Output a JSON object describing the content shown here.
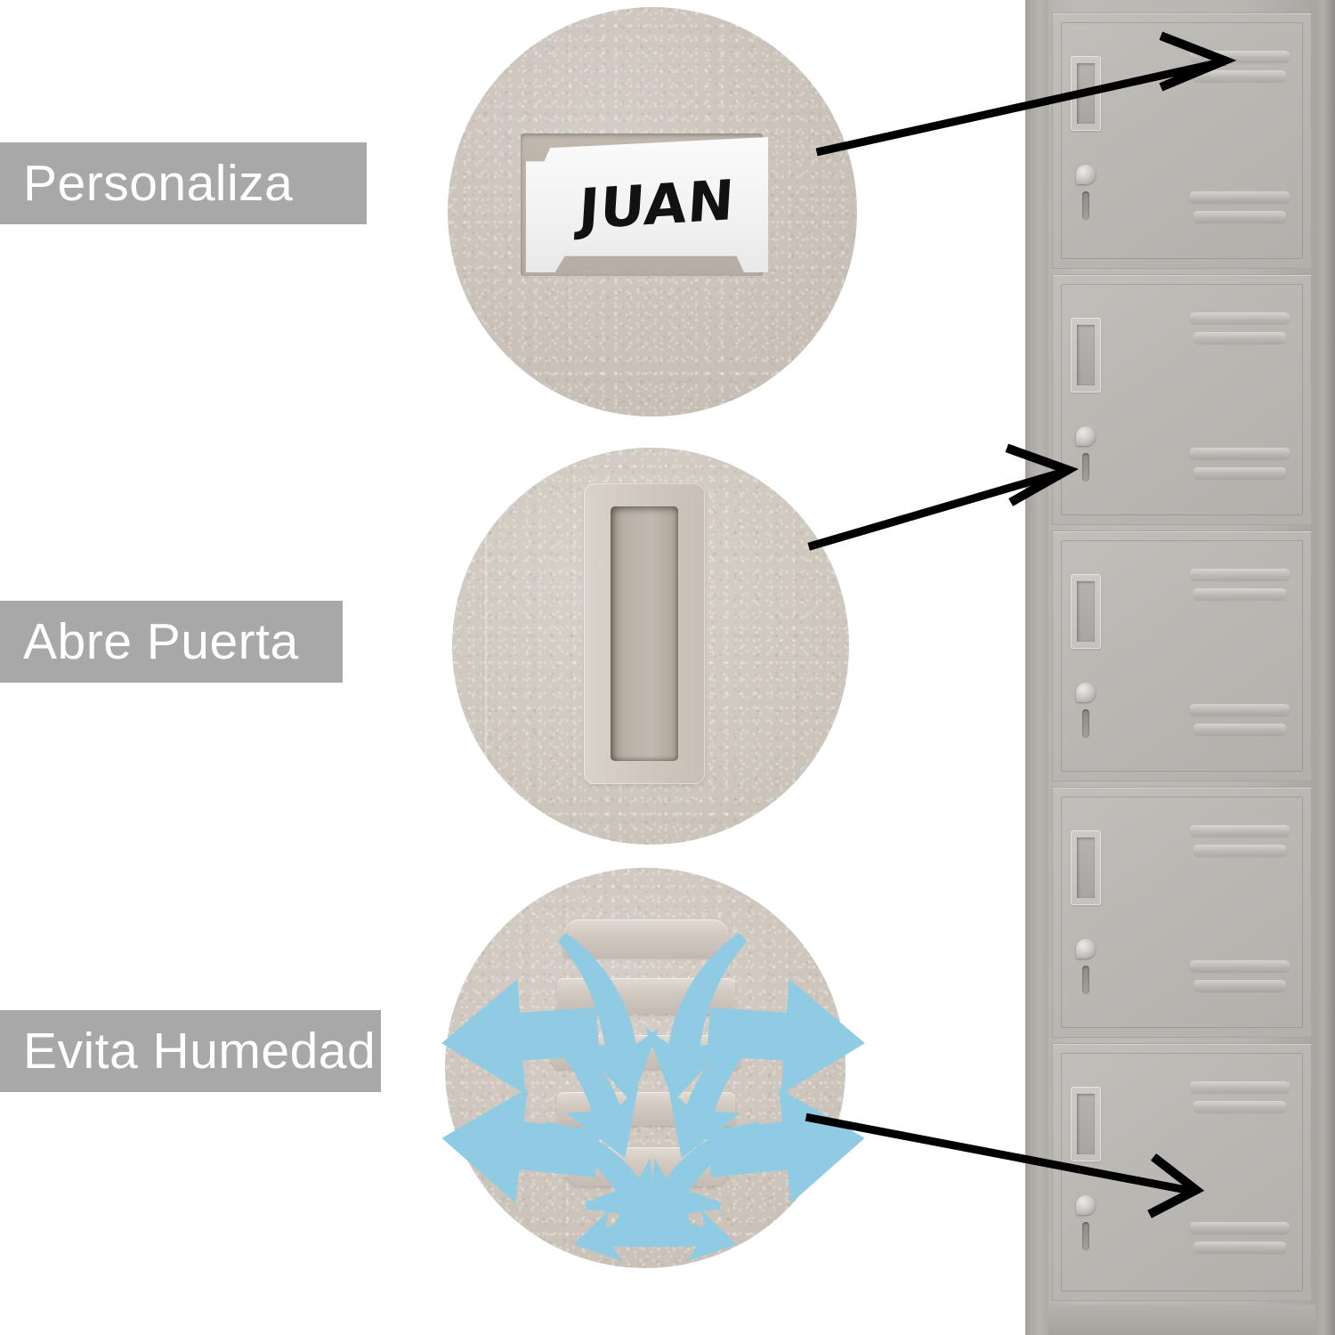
{
  "features": [
    {
      "id": "personaliza",
      "label": "Personaliza",
      "icon_name": "name-card-icon",
      "detail": {
        "name_card_text": "JUAN",
        "element": "card-holder"
      }
    },
    {
      "id": "abre-puerta",
      "label": "Abre Puerta",
      "icon_name": "recessed-handle-icon",
      "detail": {
        "element": "recessed-pull-handle"
      }
    },
    {
      "id": "evita-humedad",
      "label": "Evita Humedad",
      "icon_name": "airflow-vent-icon",
      "detail": {
        "element": "ventilation-louvers",
        "louver_count": 5
      }
    }
  ],
  "product": {
    "name": "locker-column",
    "door_count": 5,
    "door_parts": [
      "card-slot",
      "lock-knob",
      "key-slot",
      "vent-louvers"
    ]
  },
  "colors": {
    "banner_background": "#a8a8a8",
    "banner_text": "#ffffff",
    "locker_body": "#b9b6b2",
    "locker_door": "#bbb8b4",
    "detail_surface": "#cec6bd",
    "airflow_arrow": "#8fcce4",
    "pointer_arrow": "#000000",
    "page_background": "#ffffff"
  }
}
